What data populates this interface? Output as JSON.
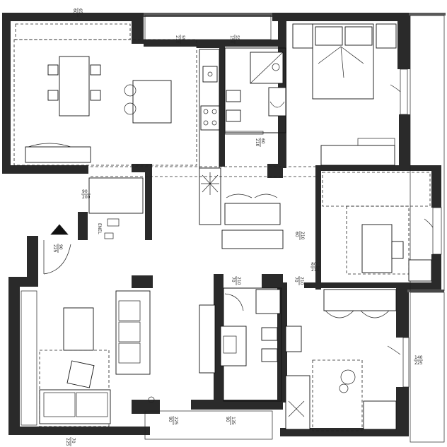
{
  "plan": {
    "door_labels": [
      {
        "id": "top-left-window",
        "top": "65",
        "bottom": "60"
      },
      {
        "id": "kitchen-window",
        "top": "55",
        "bottom": "210"
      },
      {
        "id": "kitchen-window-2",
        "top": "55",
        "bottom": "150"
      },
      {
        "id": "bath-top-door",
        "top": "60",
        "bottom": "210"
      },
      {
        "id": "hall-window",
        "top": "90",
        "bottom": "200"
      },
      {
        "id": "entrance-door",
        "top": "90",
        "bottom": "225"
      },
      {
        "id": "wardrobe-door",
        "top": "80",
        "bottom": "210"
      },
      {
        "id": "cabinet-small",
        "top": "210",
        "bottom": "60"
      },
      {
        "id": "bath-left-door",
        "top": "210",
        "bottom": "70"
      },
      {
        "id": "bath-right-door",
        "top": "210",
        "bottom": "70"
      },
      {
        "id": "bedroom-window",
        "top": "140",
        "bottom": "225"
      },
      {
        "id": "living-window-1",
        "top": "225",
        "bottom": "90"
      },
      {
        "id": "living-window-2",
        "top": "135",
        "bottom": "90"
      },
      {
        "id": "bottom-window",
        "top": "70",
        "bottom": "225"
      }
    ],
    "panel_label": "ENEL",
    "colors": {
      "wall": "#2a2a2a",
      "line": "#111111",
      "background": "#ffffff"
    }
  }
}
